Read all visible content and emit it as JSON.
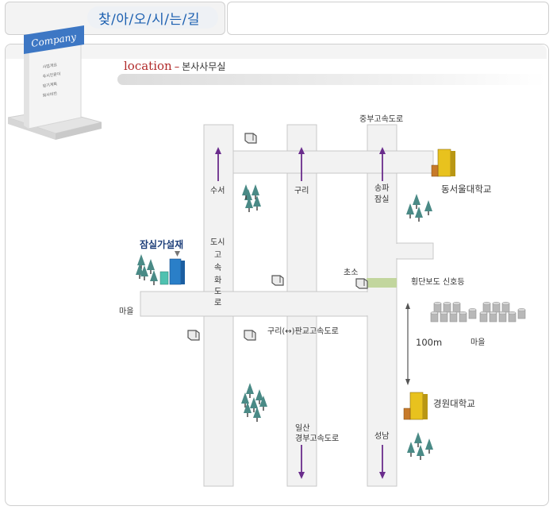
{
  "header": {
    "title": "찾/아/오/시/는/길"
  },
  "sidebar": {
    "brand": "Company",
    "items": [
      {
        "label": "사업개요"
      },
      {
        "label": "주시킨문이"
      },
      {
        "label": "장기계획"
      },
      {
        "label": "회사비전"
      }
    ]
  },
  "location": {
    "title": "location",
    "dash": "–",
    "subtitle": "본사사무실"
  },
  "map": {
    "roads": {
      "road_left_top": "수서",
      "road_middle_top": "구리",
      "road_right_top_1": "송파",
      "road_right_top_2": "잠실",
      "expressway_top": "중부고속도로",
      "city_highway_1": "도시",
      "city_highway_2": "고",
      "city_highway_3": "속",
      "city_highway_4": "화",
      "city_highway_5": "도",
      "city_highway_6": "로",
      "guri_pangyo": "구리(↔)판교고속도로",
      "ilsan_1": "일산",
      "ilsan_2": "경부고속도로",
      "seongnam": "성남"
    },
    "places": {
      "company_marker": "잠실가설재",
      "village_left": "마을",
      "checkpoint": "초소",
      "crosswalk": "횡단보도 신호등",
      "distance": "100m",
      "village_right": "마을",
      "dongseoul_univ": "동서울대학교",
      "kyungwon_univ": "경원대학교"
    },
    "colors": {
      "road": "#f2f2f2",
      "road_border": "#c8c8c8",
      "arrow": "#6a2c8c",
      "tree": "#4a8a86",
      "crosswalk": "#c2d69e",
      "building_yellow": "#e8c21e",
      "building_blue": "#2a7fc8"
    }
  }
}
